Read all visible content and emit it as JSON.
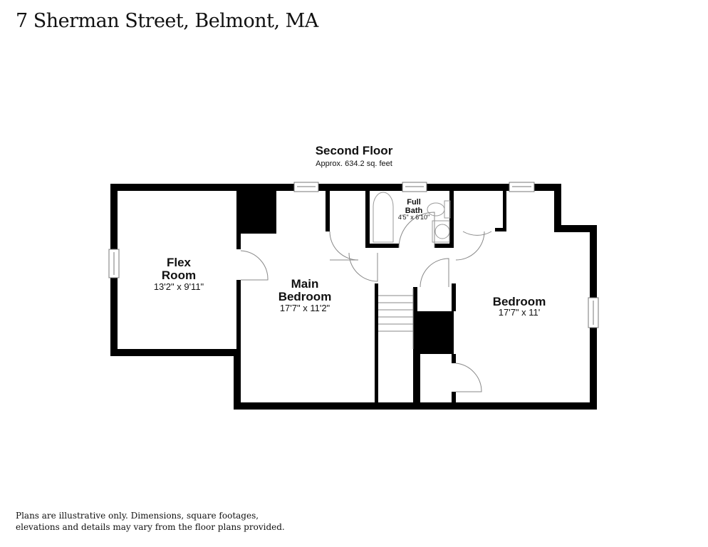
{
  "title": "7 Sherman Street, Belmont, MA",
  "floor": {
    "name": "Second Floor",
    "area": "Approx. 634.2 sq. feet"
  },
  "rooms": [
    {
      "name_line1": "Flex",
      "name_line2": "Room",
      "dims": "13'2\" x 9'11\""
    },
    {
      "name_line1": "Main",
      "name_line2": "Bedroom",
      "dims": "17'7\" x 11'2\""
    },
    {
      "name_line1": "Full",
      "name_line2": "Bath",
      "dims": "4'5\" x 6'10\""
    },
    {
      "name_line1": "Bedroom",
      "dims": "17'7\" x 11'"
    }
  ],
  "disclaimer": "Plans are illustrative only. Dimensions, square footages, elevations and details may vary from the floor plans provided.",
  "colors": {
    "wall": "#000000",
    "background": "#ffffff"
  }
}
